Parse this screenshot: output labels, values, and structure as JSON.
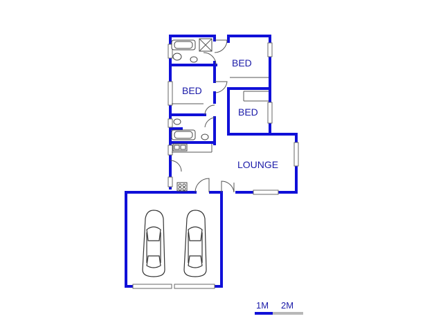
{
  "rooms": {
    "bed_top": "BED",
    "bed_left": "BED",
    "bed_small": "BED",
    "lounge": "LOUNGE"
  },
  "scale": {
    "label_1": "1M",
    "label_2": "2M"
  },
  "colors": {
    "wall": "#1010d8",
    "label": "#1a1aa8",
    "scale_dark": "#1010d8",
    "scale_light": "#b8b8b8"
  }
}
